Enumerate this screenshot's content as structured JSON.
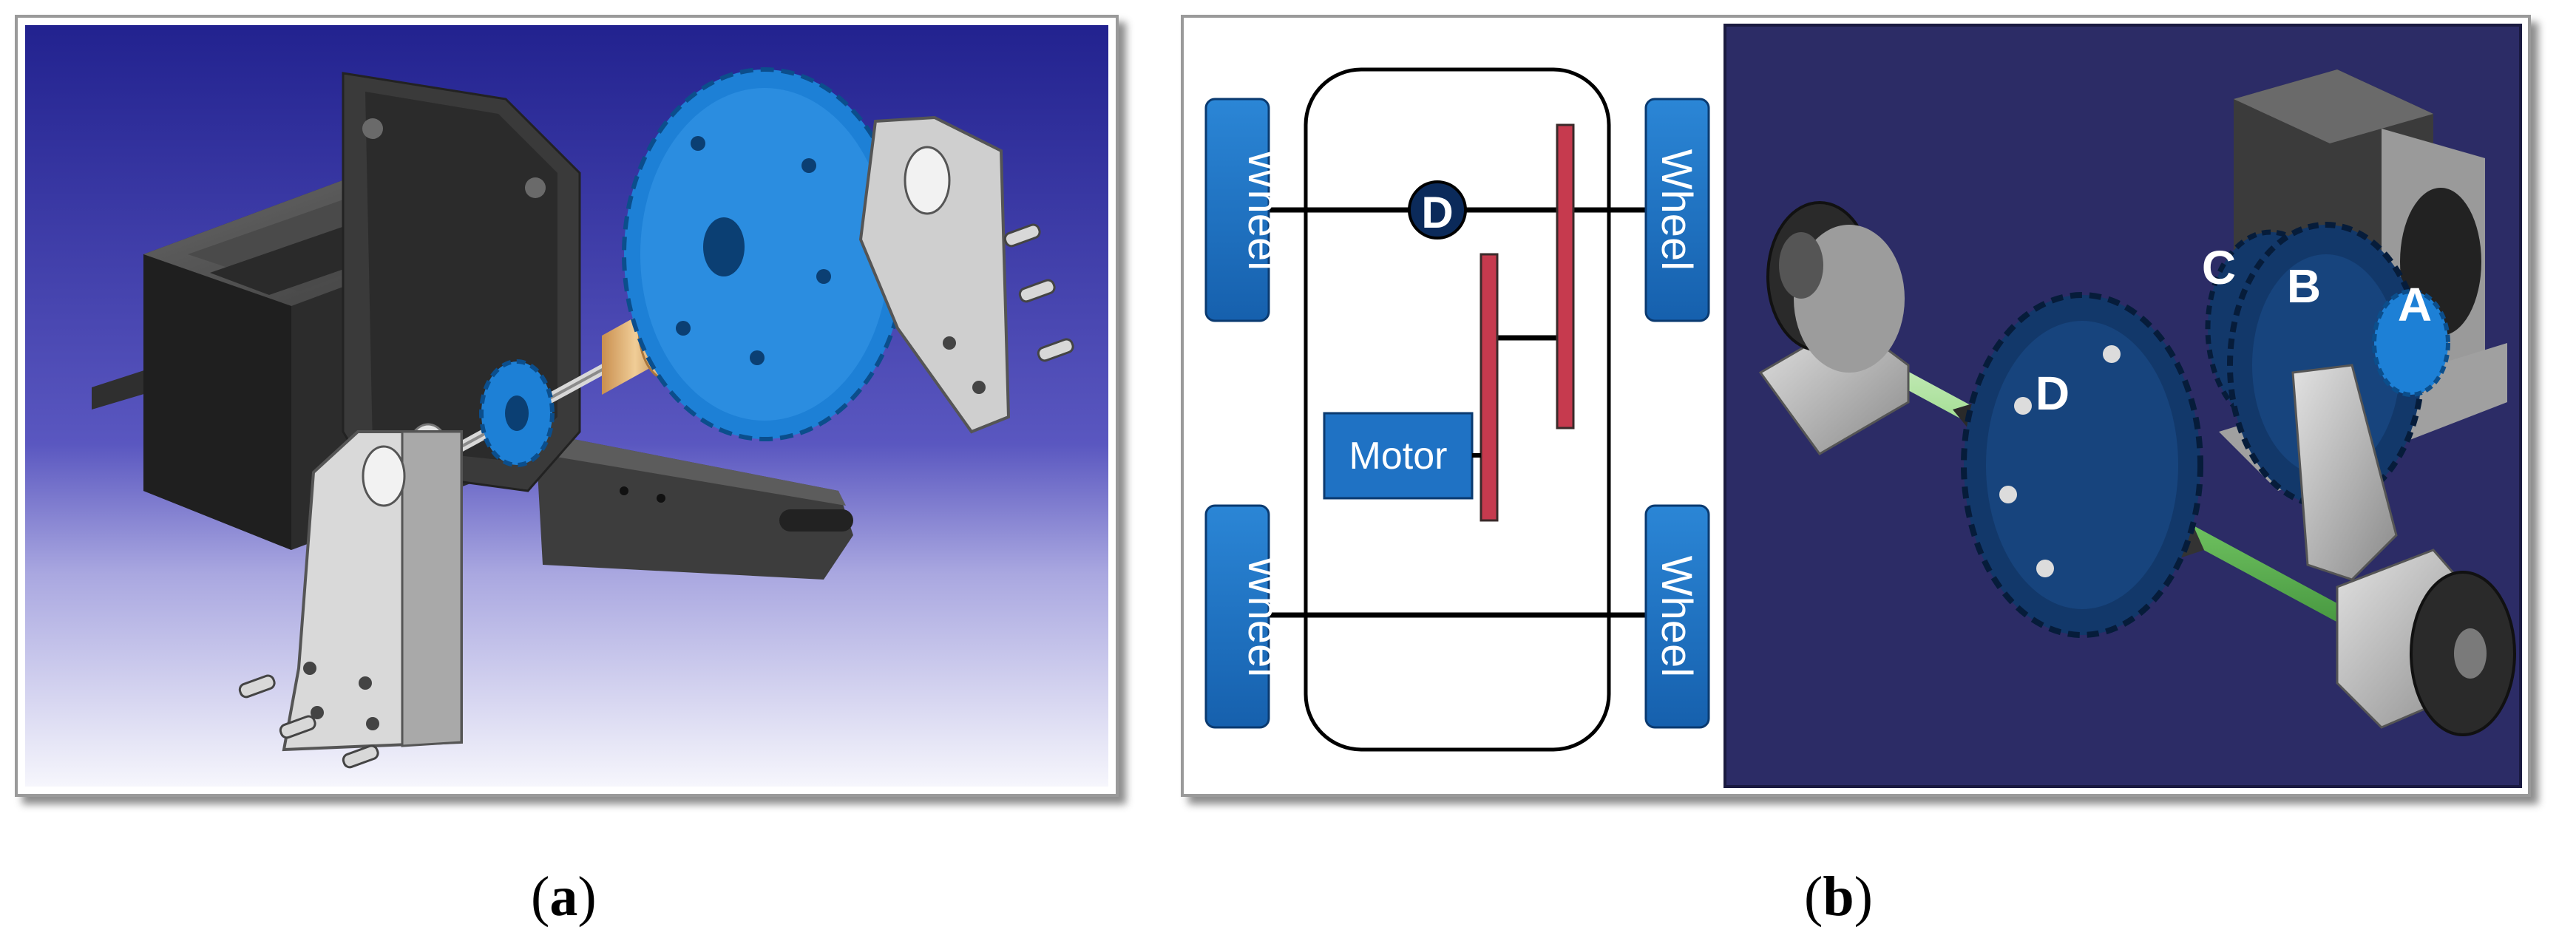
{
  "panels": {
    "a": {
      "label": "a"
    },
    "b": {
      "label": "b",
      "schematic": {
        "wheel_label": "Wheel",
        "motor_label": "Motor",
        "differential_label": "D"
      },
      "render_labels": {
        "A": "A",
        "B": "B",
        "C": "C",
        "D": "D"
      }
    }
  },
  "colors": {
    "panel_a_bg_top": "#27279a",
    "panel_a_bg_bottom": "#f4f4fb",
    "panel_b_bg": "#2c2c66",
    "sprocket": "#1c7fd4",
    "hub": "#e3b77d",
    "wheel_box": "#1f72c4",
    "chain_bar": "#c63a4e"
  }
}
